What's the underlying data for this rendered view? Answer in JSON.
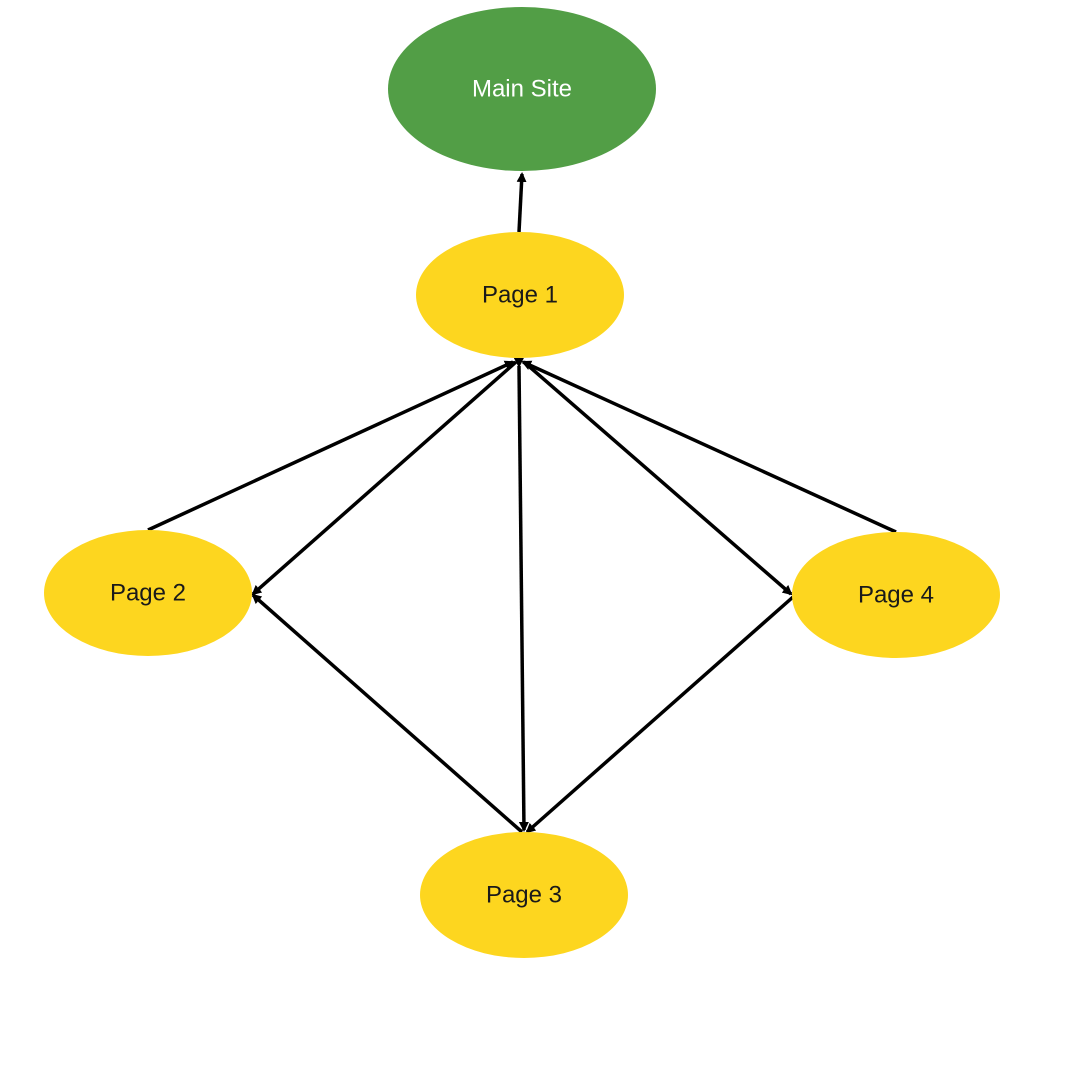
{
  "colors": {
    "root": "#529e46",
    "page": "#fdd61f",
    "root_text": "#ffffff",
    "page_text": "#1a1a1a",
    "edge": "#000000"
  },
  "nodes": {
    "main_site": {
      "label": "Main Site"
    },
    "page1": {
      "label": "Page 1"
    },
    "page2": {
      "label": "Page 2"
    },
    "page3": {
      "label": "Page 3"
    },
    "page4": {
      "label": "Page 4"
    }
  },
  "edges": [
    {
      "from": "page1",
      "to": "main_site",
      "direction": "forward"
    },
    {
      "from": "page2",
      "to": "page1",
      "direction": "forward"
    },
    {
      "from": "page1",
      "to": "page2",
      "direction": "forward"
    },
    {
      "from": "page4",
      "to": "page1",
      "direction": "forward"
    },
    {
      "from": "page1",
      "to": "page4",
      "direction": "forward"
    },
    {
      "from": "page1",
      "to": "page3",
      "direction": "both"
    },
    {
      "from": "page3",
      "to": "page2",
      "direction": "forward"
    },
    {
      "from": "page4",
      "to": "page3",
      "direction": "forward"
    }
  ]
}
